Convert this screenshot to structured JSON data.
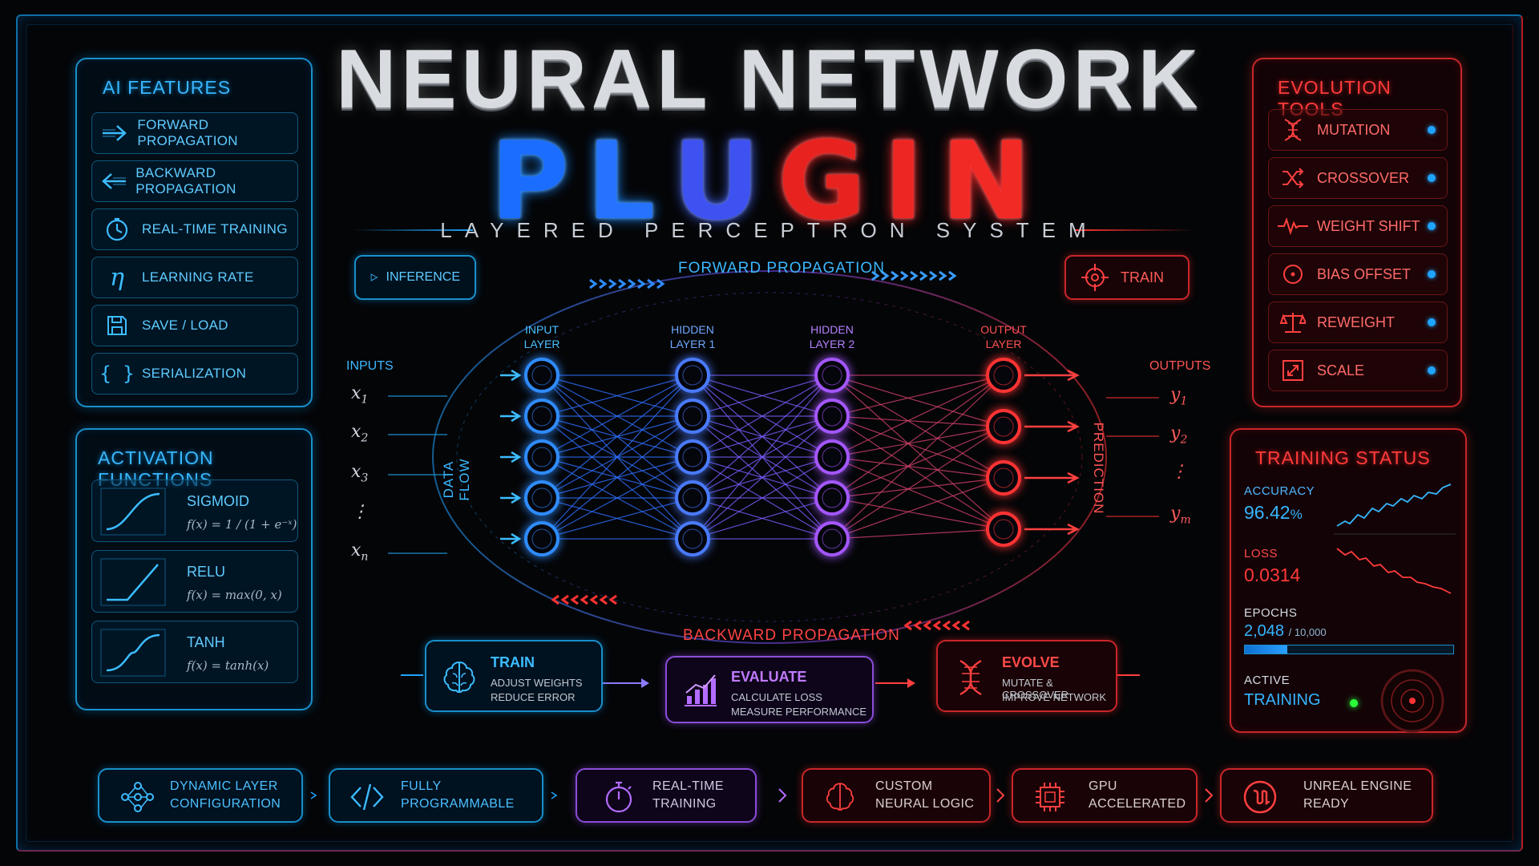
{
  "title": {
    "line1": "NEURAL NETWORK",
    "line2": [
      "P",
      "L",
      "U",
      "G",
      "I",
      "N"
    ],
    "subtitle": "LAYERED PERCEPTRON SYSTEM"
  },
  "colors": {
    "blue": "#1fa4ff",
    "red": "#ff3333",
    "purple": "#b45cff",
    "green": "#2aff3a"
  },
  "ai_features": {
    "title": "AI FEATURES",
    "items": [
      {
        "label": "FORWARD PROPAGATION",
        "icon": "arrow-right-icon"
      },
      {
        "label": "BACKWARD PROPAGATION",
        "icon": "arrow-left-icon"
      },
      {
        "label": "REAL-TIME TRAINING",
        "icon": "timer-icon"
      },
      {
        "label": "LEARNING RATE",
        "icon": "eta-icon",
        "glyph": "η"
      },
      {
        "label": "SAVE / LOAD",
        "icon": "save-icon"
      },
      {
        "label": "SERIALIZATION",
        "icon": "braces-icon",
        "glyph": "{ }"
      }
    ]
  },
  "activation": {
    "title": "ACTIVATION FUNCTIONS",
    "items": [
      {
        "name": "SIGMOID",
        "formula": "f(x) = 1 / (1 + e⁻ˣ)"
      },
      {
        "name": "RELU",
        "formula": "f(x) = max(0, x)"
      },
      {
        "name": "TANH",
        "formula": "f(x) = tanh(x)"
      }
    ]
  },
  "evolution": {
    "title": "EVOLUTION TOOLS",
    "items": [
      {
        "label": "MUTATION",
        "icon": "dna-icon"
      },
      {
        "label": "CROSSOVER",
        "icon": "shuffle-icon"
      },
      {
        "label": "WEIGHT SHIFT",
        "icon": "pulse-icon"
      },
      {
        "label": "BIAS OFFSET",
        "icon": "target-dot-icon"
      },
      {
        "label": "REWEIGHT",
        "icon": "scale-balance-icon"
      },
      {
        "label": "SCALE",
        "icon": "expand-icon"
      }
    ]
  },
  "training_status": {
    "title": "TRAINING STATUS",
    "accuracy_label": "ACCURACY",
    "accuracy_value": "96.42",
    "accuracy_unit": "%",
    "loss_label": "LOSS",
    "loss_value": "0.0314",
    "epochs_label": "EPOCHS",
    "epochs_value": "2,048",
    "epochs_total": "/ 10,000",
    "epochs_progress": 0.2048,
    "active_label": "ACTIVE",
    "active_value": "TRAINING"
  },
  "network": {
    "inference": "INFERENCE",
    "train": "TRAIN",
    "forward": "FORWARD PROPAGATION",
    "backward": "BACKWARD PROPAGATION",
    "data_flow": "DATA FLOW",
    "prediction": "PREDICTION",
    "inputs_label": "INPUTS",
    "outputs_label": "OUTPUTS",
    "layers": [
      {
        "label1": "INPUT",
        "label2": "LAYER",
        "nodes": 5
      },
      {
        "label1": "HIDDEN",
        "label2": "LAYER 1",
        "nodes": 5
      },
      {
        "label1": "HIDDEN",
        "label2": "LAYER 2",
        "nodes": 5
      },
      {
        "label1": "OUTPUT",
        "label2": "LAYER",
        "nodes": 4
      }
    ],
    "inputs": [
      {
        "base": "x",
        "sub": "1"
      },
      {
        "base": "x",
        "sub": "2"
      },
      {
        "base": "x",
        "sub": "3"
      },
      {
        "base": "⋮",
        "sub": ""
      },
      {
        "base": "x",
        "sub": "n"
      }
    ],
    "outputs": [
      {
        "base": "y",
        "sub": "1"
      },
      {
        "base": "y",
        "sub": "2"
      },
      {
        "base": "⋮",
        "sub": ""
      },
      {
        "base": "y",
        "sub": "m"
      }
    ]
  },
  "flow": [
    {
      "title": "TRAIN",
      "d1": "ADJUST WEIGHTS",
      "d2": "REDUCE ERROR",
      "icon": "brain-icon"
    },
    {
      "title": "EVALUATE",
      "d1": "CALCULATE LOSS",
      "d2": "MEASURE PERFORMANCE",
      "icon": "bar-chart-icon"
    },
    {
      "title": "EVOLVE",
      "d1": "MUTATE & CROSSOVER",
      "d2": "IMPROVE NETWORK",
      "icon": "dna-icon"
    }
  ],
  "bottom": [
    {
      "l1": "DYNAMIC LAYER",
      "l2": "CONFIGURATION",
      "icon": "nodes-icon"
    },
    {
      "l1": "FULLY",
      "l2": "PROGRAMMABLE",
      "icon": "code-icon"
    },
    {
      "l1": "REAL-TIME",
      "l2": "TRAINING",
      "icon": "stopwatch-icon"
    },
    {
      "l1": "CUSTOM",
      "l2": "NEURAL LOGIC",
      "icon": "brain-icon"
    },
    {
      "l1": "GPU",
      "l2": "ACCELERATED",
      "icon": "chip-icon"
    },
    {
      "l1": "UNREAL ENGINE",
      "l2": "READY",
      "icon": "unreal-logo-icon"
    }
  ]
}
